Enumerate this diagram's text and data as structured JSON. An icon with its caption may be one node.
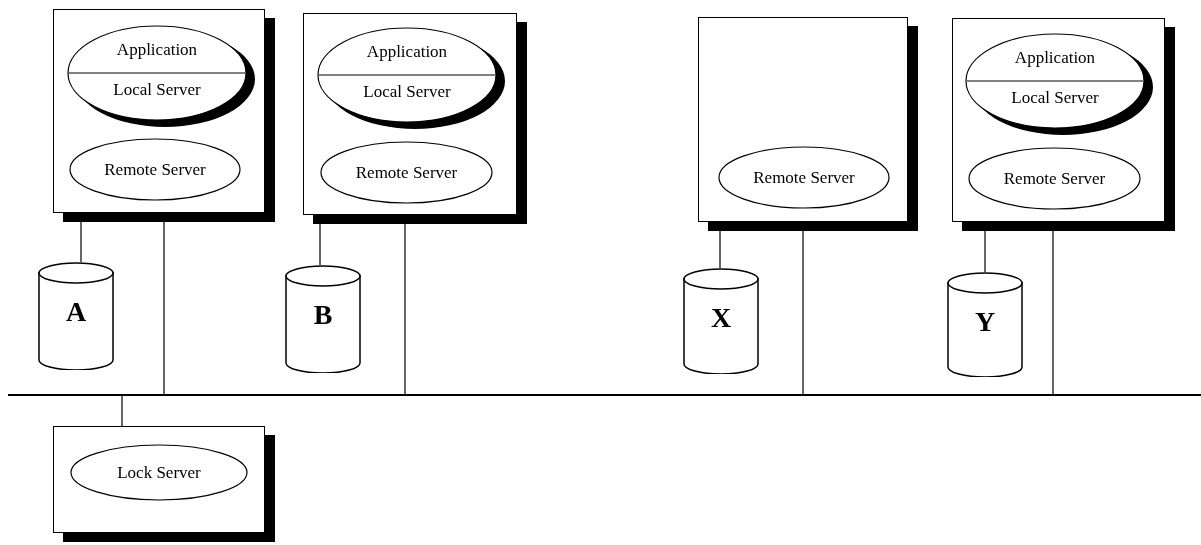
{
  "diagram": {
    "nodes": [
      {
        "text": [],
        "shape": "box"
      },
      {
        "text": [
          "Application",
          "Local Server"
        ],
        "in": 0
      },
      {
        "text": [
          "Remote Server"
        ],
        "in": 0
      },
      {
        "text": [
          "A"
        ]
      },
      {
        "text": [],
        "shape": "box"
      },
      {
        "text": [
          "Application",
          "Local Server"
        ],
        "in": 4
      },
      {
        "text": [
          "Remote Server"
        ],
        "in": 4
      },
      {
        "text": [
          "B"
        ]
      },
      {
        "text": [],
        "shape": "box"
      },
      {
        "text": [
          "Remote Server"
        ],
        "in": 8
      },
      {
        "text": [
          "X"
        ]
      },
      {
        "text": [],
        "shape": "box"
      },
      {
        "text": [
          "Application",
          "Local Server"
        ],
        "in": 11
      },
      {
        "text": [
          "Remote Server"
        ],
        "in": 11
      },
      {
        "text": [
          "Y"
        ]
      },
      {
        "text": [],
        "shape": "bar"
      },
      {
        "text": [],
        "shape": "box"
      },
      {
        "text": [
          "Lock Server"
        ],
        "in": 16
      }
    ],
    "edges": [
      {
        "from": 0,
        "to": 3,
        "arrow": "none"
      },
      {
        "from": 0,
        "to": 15,
        "arrow": "none"
      },
      {
        "from": 4,
        "to": 7,
        "arrow": "none"
      },
      {
        "from": 4,
        "to": 15,
        "arrow": "none"
      },
      {
        "from": 8,
        "to": 10,
        "arrow": "none"
      },
      {
        "from": 8,
        "to": 15,
        "arrow": "none"
      },
      {
        "from": 11,
        "to": 14,
        "arrow": "none"
      },
      {
        "from": 11,
        "to": 15,
        "arrow": "none"
      },
      {
        "from": 15,
        "to": 16,
        "arrow": "none"
      }
    ]
  }
}
